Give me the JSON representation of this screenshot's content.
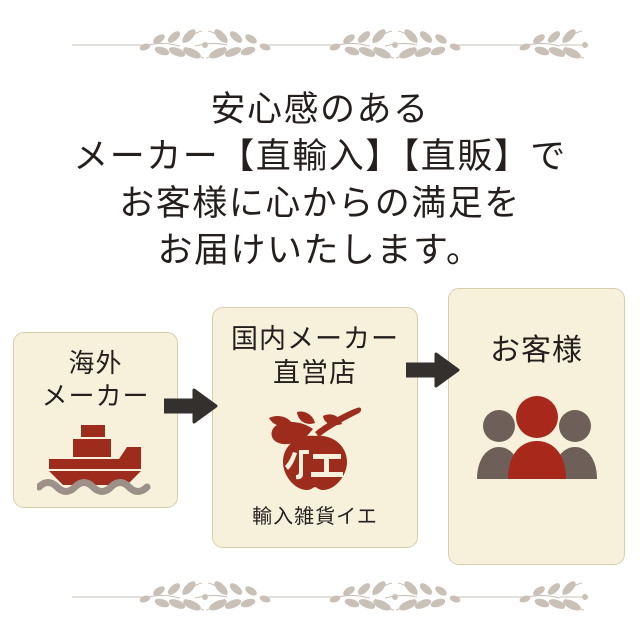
{
  "headline": {
    "lines": [
      "安心感のある",
      "メーカー【直輸入】【直販】で",
      "お客様に心からの満足を",
      "お届けいたします。"
    ]
  },
  "ornaments": {
    "top": "floral-leaf-divider",
    "bottom": "floral-leaf-divider"
  },
  "flow": {
    "steps": [
      {
        "id": "overseas-maker",
        "title_lines": [
          "海外",
          "メーカー"
        ],
        "icon": "ship-icon",
        "caption": ""
      },
      {
        "id": "domestic-maker-store",
        "title_lines": [
          "国内メーカー",
          "直営店"
        ],
        "icon": "apple-logo-icon",
        "logo_char": "イエ",
        "caption": "輸入雑貨イエ"
      },
      {
        "id": "customer",
        "title_lines": [
          "お客様"
        ],
        "icon": "people-group-icon",
        "caption": ""
      }
    ],
    "arrows": [
      {
        "id": "arrow-overseas-to-domestic",
        "name": "right-arrow-icon"
      },
      {
        "id": "arrow-domestic-to-customer",
        "name": "right-arrow-icon"
      }
    ]
  },
  "colors": {
    "background": "#ffffff",
    "box_fill": "#f7f1dc",
    "box_border": "#d9cdb0",
    "text": "#241f1d",
    "accent_red": "#a8291c",
    "ship_red": "#9e2c1c",
    "gray_brown": "#6e6059",
    "wave_gray": "#9c9088",
    "arrow": "#33302e",
    "ornament": "#c9c0b8"
  }
}
